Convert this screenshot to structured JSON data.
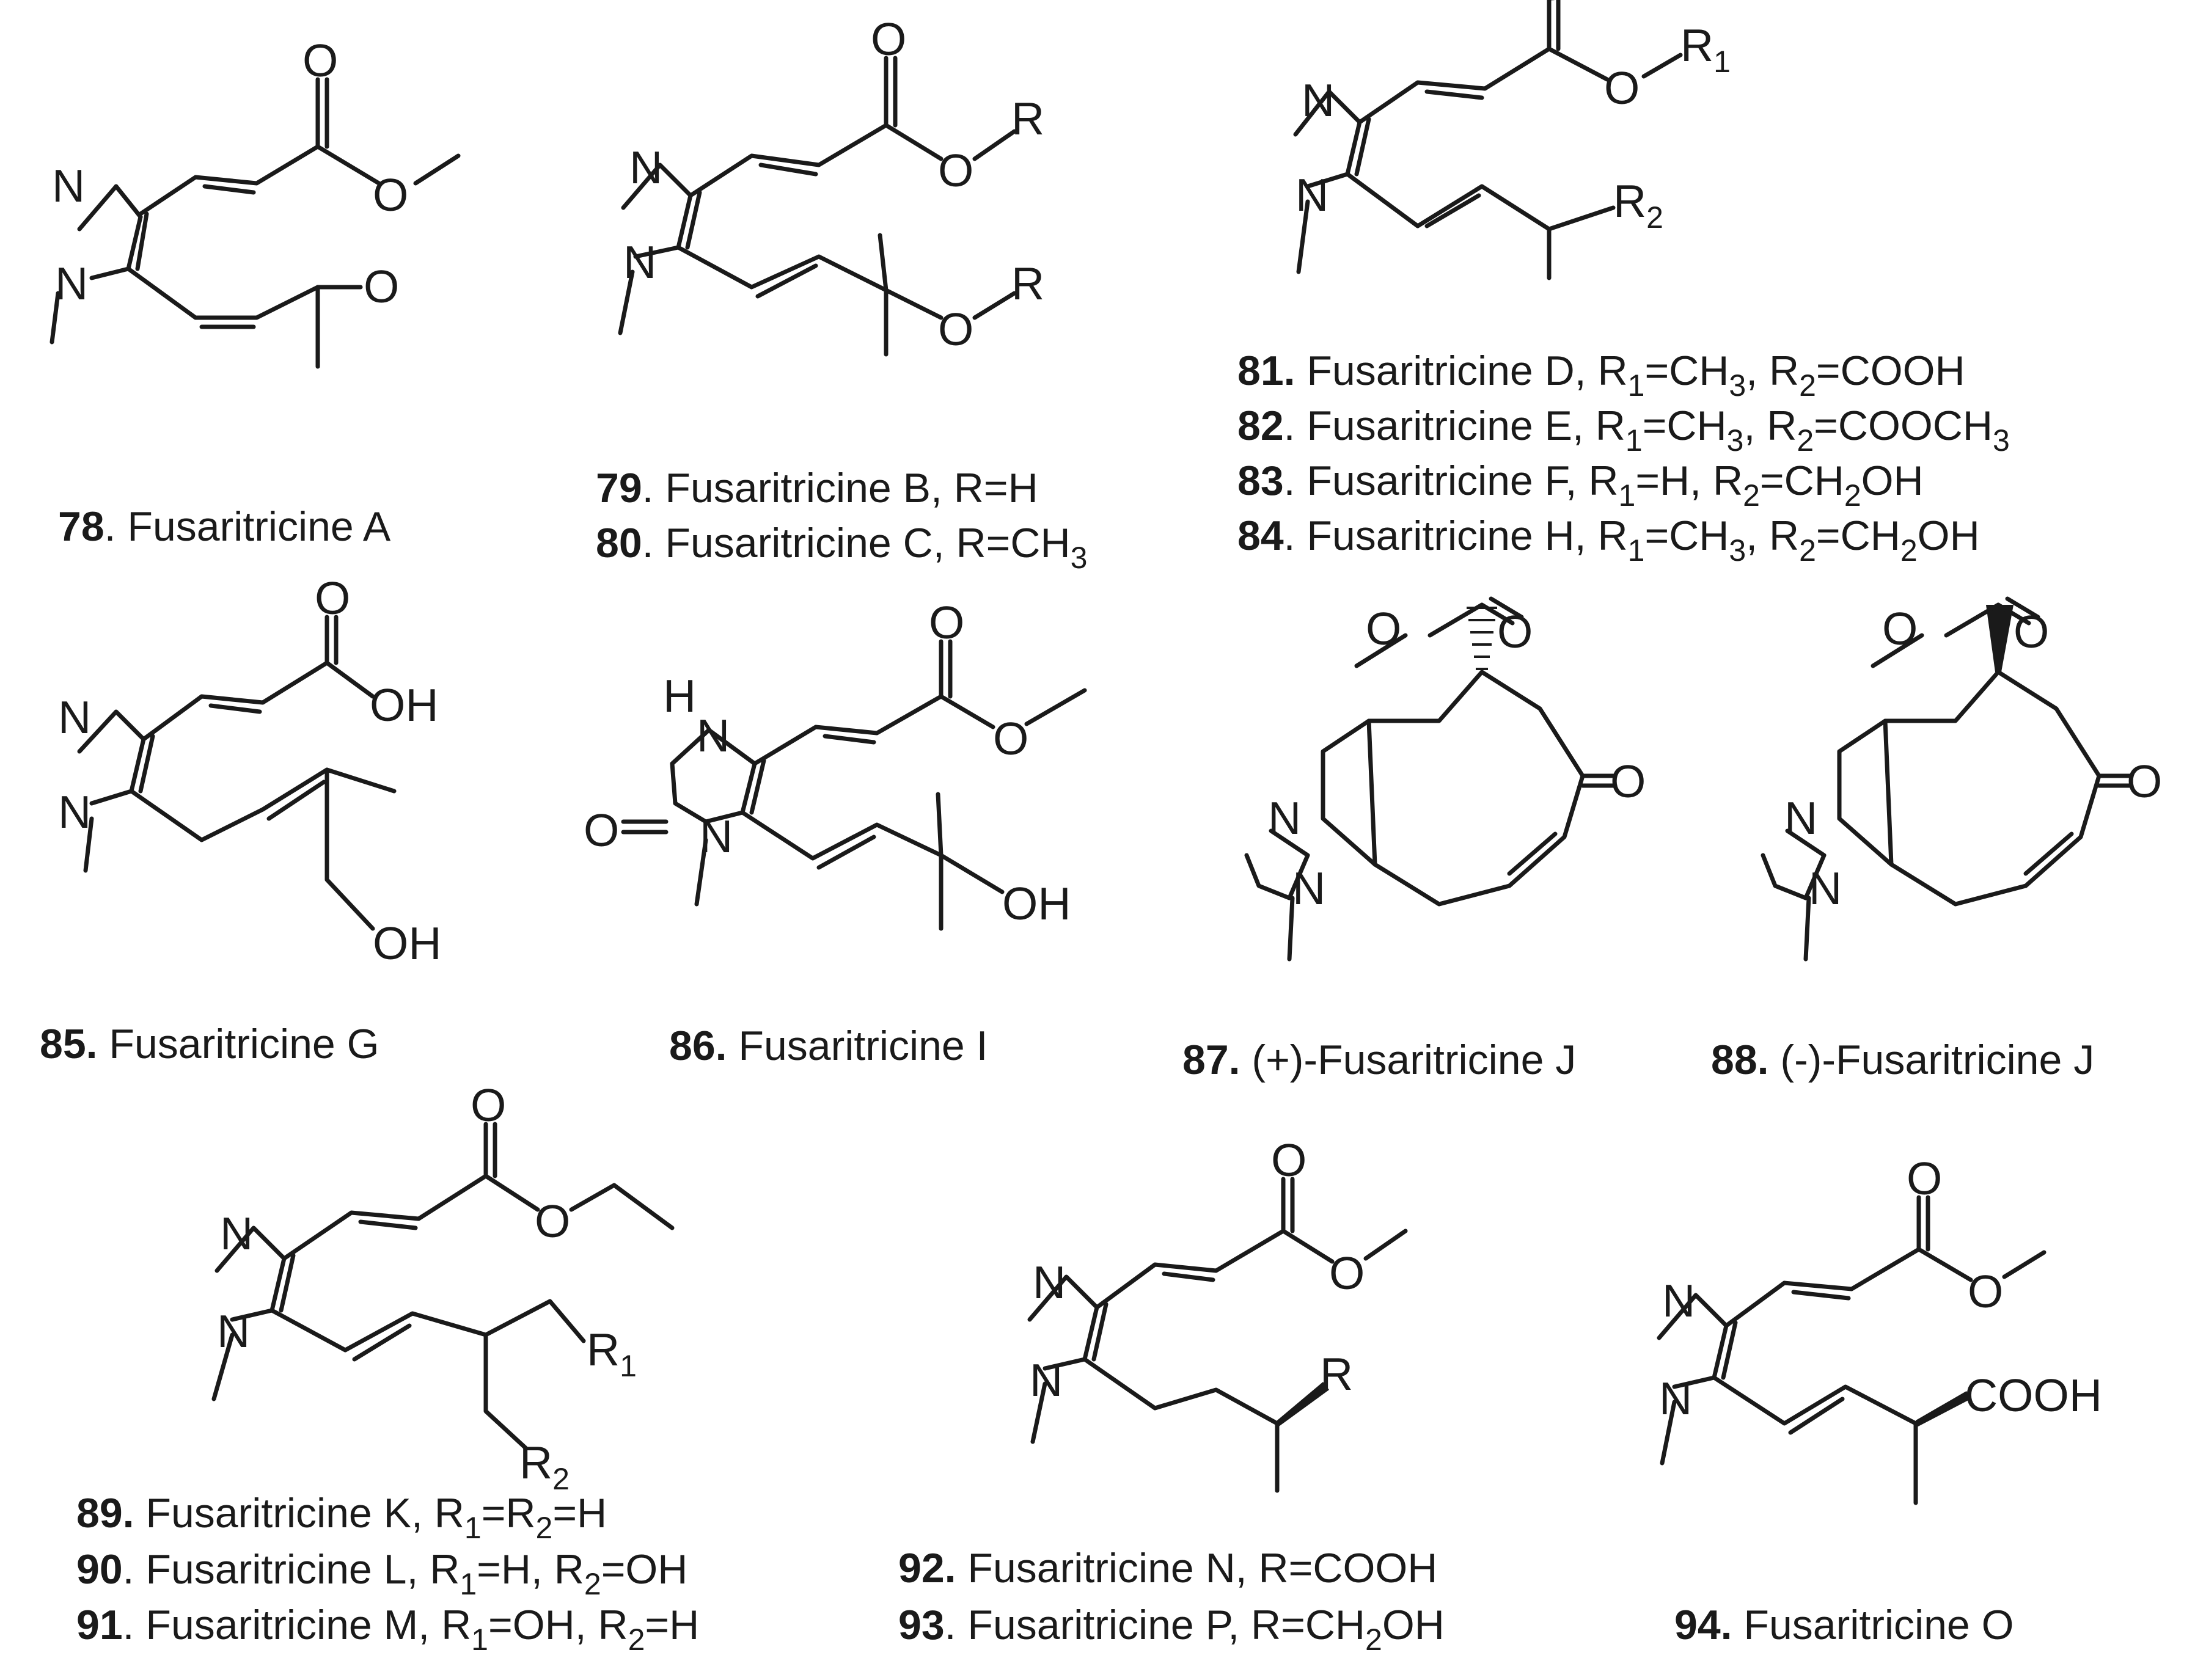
{
  "compounds": [
    {
      "num": "78",
      "text": ". Fusaritricine A",
      "rgroups": []
    },
    {
      "num": "79",
      "text": ". Fusaritricine B, R=H",
      "rgroups": []
    },
    {
      "num": "80",
      "text": ". Fusaritricine C, R=CH",
      "rgroups": [
        "3"
      ]
    },
    {
      "num": "81.",
      "text": " Fusaritricine D, R",
      "rgroups": [
        "1",
        "=CH",
        "3",
        ", R",
        "2",
        "=COOH"
      ]
    },
    {
      "num": "82",
      "text": ". Fusaritricine E, R",
      "rgroups": [
        "1",
        "=CH",
        "3",
        ", R",
        "2",
        "=COOCH",
        "3"
      ]
    },
    {
      "num": "83",
      "text": ". Fusaritricine F, R",
      "rgroups": [
        "1",
        "=H, R",
        "2",
        "=CH",
        "2",
        "OH"
      ]
    },
    {
      "num": "84",
      "text": ". Fusaritricine H, R",
      "rgroups": [
        "1",
        "=CH",
        "3",
        ", R",
        "2",
        "=CH",
        "2",
        "OH"
      ]
    },
    {
      "num": "85.",
      "text": " Fusaritricine G",
      "rgroups": []
    },
    {
      "num": "86.",
      "text": " Fusaritricine I",
      "rgroups": []
    },
    {
      "num": "87.",
      "text": " (+)-Fusaritricine J",
      "rgroups": []
    },
    {
      "num": "88.",
      "text": " (-)-Fusaritricine J",
      "rgroups": []
    },
    {
      "num": "89.",
      "text": " Fusaritricine K, R",
      "rgroups": [
        "1",
        "=R",
        "2",
        "=H"
      ]
    },
    {
      "num": "90",
      "text": ". Fusaritricine L, R",
      "rgroups": [
        "1",
        "=H, R",
        "2",
        "=OH"
      ]
    },
    {
      "num": "91",
      "text": ". Fusaritricine M, R",
      "rgroups": [
        "1",
        "=OH, R",
        "2",
        "=H"
      ]
    },
    {
      "num": "92.",
      "text": " Fusaritricine N, R=COOH",
      "rgroups": []
    },
    {
      "num": "93",
      "text": ". Fusaritricine P, R=CH",
      "rgroups": [
        "2",
        "OH"
      ]
    },
    {
      "num": "94.",
      "text": " Fusaritricine O",
      "rgroups": []
    }
  ],
  "atoms": {
    "N": "N",
    "O": "O",
    "OH": "OH",
    "H": "H",
    "R": "R",
    "R1": "R",
    "R2": "R",
    "s1": "1",
    "s2": "2",
    "COOH": "COOH"
  }
}
